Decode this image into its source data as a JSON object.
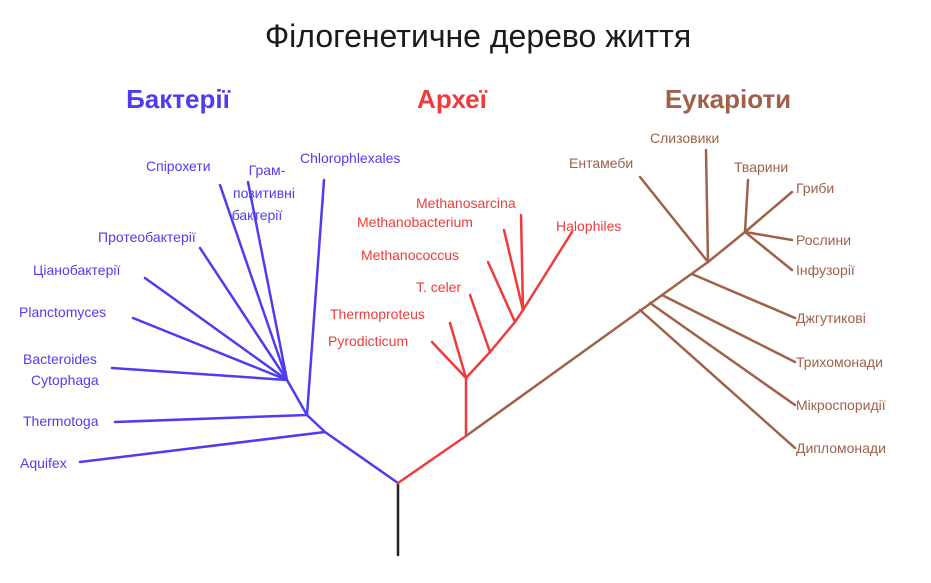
{
  "title": "Філогенетичне дерево життя",
  "colors": {
    "bacteria": "#4e3cf0",
    "archaea": "#ee3b3b",
    "eukaryotes": "#a0604a",
    "root": "#222222"
  },
  "groups": {
    "bacteria": {
      "label": "Бактерії",
      "leaves": [
        "Спірохети",
        "Грам-",
        "позитивні",
        "бактерії",
        "Chlorophlexales",
        "Протеобактерії",
        "Ціанобактерії",
        "Planctomyces",
        "Bacteroides",
        "Cytophaga",
        "Thermotoga",
        "Aquifex"
      ]
    },
    "archaea": {
      "label": "Археї",
      "leaves": [
        "Methanosarcina",
        "Methanobacterium",
        "Halophiles",
        "Methanococcus",
        "T. celer",
        "Thermoproteus",
        "Pyrodicticum"
      ]
    },
    "eukaryotes": {
      "label": "Еукаріоти",
      "leaves": [
        "Слизовики",
        "Ентамеби",
        "Тварини",
        "Гриби",
        "Рослини",
        "Інфузорії",
        "Джгутикові",
        "Трихомонади",
        "Мікроспоридії",
        "Дипломонади"
      ]
    }
  }
}
